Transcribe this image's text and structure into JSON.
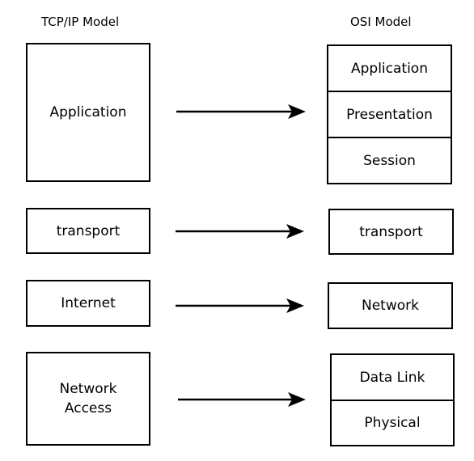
{
  "tcp_model": {
    "title": "TCP/IP Model",
    "layers": [
      "Application",
      "transport",
      "Internet",
      "Network\nAccess"
    ]
  },
  "osi_model": {
    "title": "OSI Model",
    "layers": [
      "Application",
      "Presentation",
      "Session",
      "transport",
      "Network",
      "Data Link",
      "Physical"
    ]
  },
  "colors": {
    "stroke": "#000000",
    "background": "#ffffff"
  }
}
